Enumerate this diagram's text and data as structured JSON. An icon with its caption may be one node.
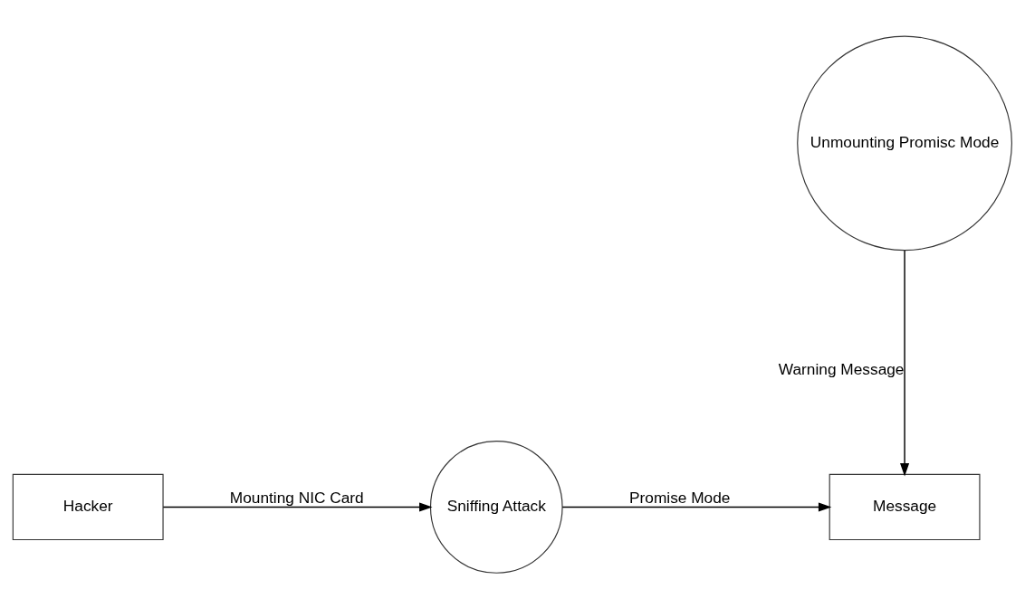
{
  "diagram": {
    "nodes": [
      {
        "text": [
          "Hacker"
        ]
      },
      {
        "text": [
          "Sniffing Attack"
        ]
      },
      {
        "text": [
          "Message"
        ]
      },
      {
        "text": [
          "Unmounting Promisc Mode"
        ]
      }
    ],
    "edges": [
      {
        "from": 0,
        "to": 1,
        "arrow": "to",
        "label": "Mounting NIC Card"
      },
      {
        "from": 1,
        "to": 2,
        "arrow": "to",
        "label": "Promise Mode"
      },
      {
        "from": 3,
        "to": 2,
        "arrow": "to",
        "label": "Warning Message"
      }
    ]
  }
}
